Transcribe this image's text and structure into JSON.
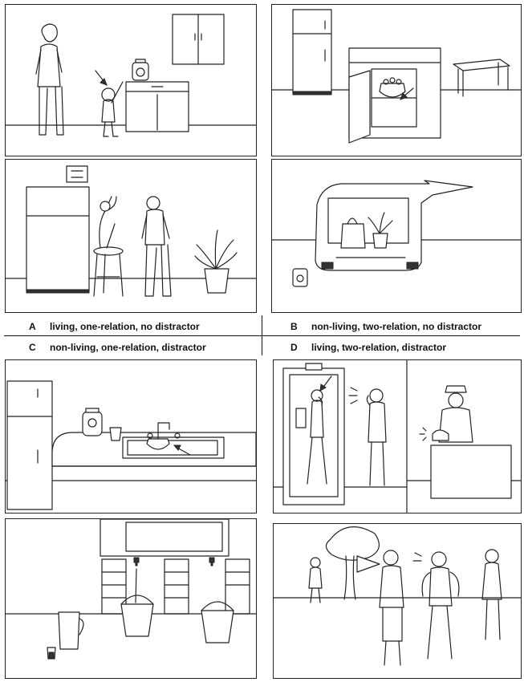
{
  "conditions": [
    {
      "letter": "A",
      "description": "living, one-relation, no distractor"
    },
    {
      "letter": "B",
      "description": "non-living, two-relation, no distractor"
    },
    {
      "letter": "C",
      "description": "non-living, one-relation, distractor"
    },
    {
      "letter": "D",
      "description": "living, two-relation, distractor"
    }
  ]
}
